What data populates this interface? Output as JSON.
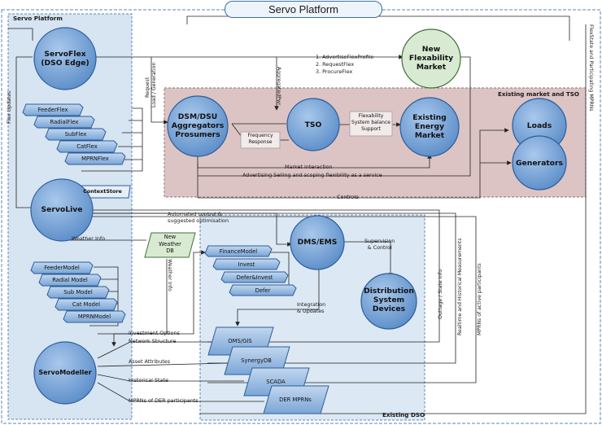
{
  "title": "Servo Platform",
  "regions": {
    "servo_platform": "Servo Platform",
    "existing_market": "Existing market and TSO",
    "existing_dso": "Existing DSO"
  },
  "nodes": {
    "servoflex": [
      "ServoFlex",
      "(DSO Edge)"
    ],
    "servolive": "ServoLive",
    "servomodeller": "ServoModeller",
    "new_flex_market": [
      "New",
      "Flexability",
      "Market"
    ],
    "dsm": [
      "DSM/DSU",
      "Aggregators",
      "Prosumers"
    ],
    "tso": "TSO",
    "energy_market": [
      "Existing",
      "Energy",
      "Market"
    ],
    "loads": "Loads",
    "generators": "Generators",
    "dms_ems": "DMS/EMS",
    "distribution_devices": [
      "Distribution",
      "System",
      "Devices"
    ],
    "context_store": "ContextStore",
    "weather_db": [
      "New",
      "Weather",
      "DB"
    ]
  },
  "flex_stack": [
    "FeederFlex",
    "RadialFlex",
    "SubFlex",
    "CatFlex",
    "MPRNFlex"
  ],
  "model_stack": [
    "FeederModel",
    "Radial Model",
    "Sub Model",
    "Cat Model",
    "MPRNModel"
  ],
  "finance_stack": [
    "FinanceModel",
    "Invest",
    "Defer&Invest",
    "Defer"
  ],
  "dso_stack": [
    "OMS/GIS",
    "SynergyDB",
    "SCADA",
    "DER MPRNs"
  ],
  "labels": {
    "advertise": "1.  AdvertiseFlexProfile",
    "request": "2.  RequestFlex",
    "procure": "3.  ProcureFlex",
    "tso_box": [
      "Flexability",
      "System balance",
      "Support"
    ],
    "freq": [
      "Frequency",
      "Response"
    ],
    "market_interaction": "Market interaction",
    "advertising": "Advertising Selling and scoping flexibility as a service",
    "controls": "Controls",
    "automated": [
      "Automated control &",
      "suggested optimisation"
    ],
    "weather_info": "Weather Info",
    "supervision": [
      "Supervision",
      "& Control"
    ],
    "integration": [
      "Integration",
      "& Updates"
    ],
    "investment": "Investment Options",
    "network": "Network Structure",
    "asset": "Asset Attributes",
    "historical": "Historical State",
    "mprns": "MPRNs of DER participants"
  },
  "vertical_labels": {
    "flex_updates": "Flex Updates",
    "request_load": "Request",
    "request_load2": "Load / Generation",
    "aggregated": "AggregatedPwr",
    "weather_info_v": "Weather Info",
    "outage": "Outtage / State info",
    "realtime": "Realtime and Historical Measurements",
    "mprns_active": "MPRNs of active participants",
    "flex_state": "FlexState and Participating MPRNs"
  },
  "colors": {
    "node_fill": "#6fa0d8",
    "node_stroke": "#2b5d9a",
    "servo_region": "#d7e4f1",
    "market_region": "#dcc4c4",
    "dso_region": "#dce8f3",
    "weather_fill": "#d8ead2"
  }
}
